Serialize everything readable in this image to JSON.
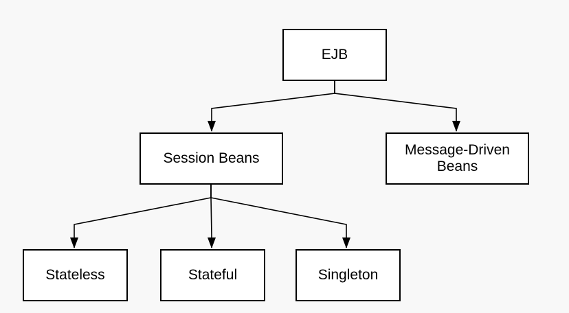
{
  "diagram": {
    "nodes": {
      "ejb": {
        "label": "EJB"
      },
      "session_beans": {
        "label": "Session Beans"
      },
      "message_driven_beans": {
        "label": "Message-Driven Beans"
      },
      "stateless": {
        "label": "Stateless"
      },
      "stateful": {
        "label": "Stateful"
      },
      "singleton": {
        "label": "Singleton"
      }
    },
    "edges": [
      {
        "from": "ejb",
        "to": "session_beans"
      },
      {
        "from": "ejb",
        "to": "message_driven_beans"
      },
      {
        "from": "session_beans",
        "to": "stateless"
      },
      {
        "from": "session_beans",
        "to": "stateful"
      },
      {
        "from": "session_beans",
        "to": "singleton"
      }
    ],
    "colors": {
      "background": "#f8f8f8",
      "node_fill": "#ffffff",
      "node_border": "#000000",
      "line": "#000000",
      "text": "#000000"
    }
  }
}
